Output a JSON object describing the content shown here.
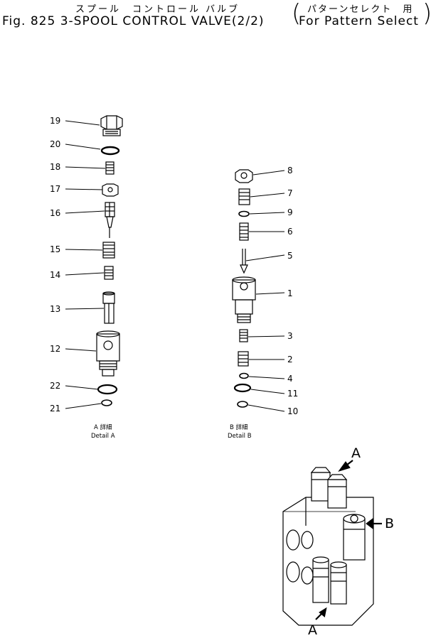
{
  "header": {
    "jp_title": "スプール　コントロール バルブ",
    "jp_subtitle": "パターンセレクト　用",
    "title": "Fig. 825  3-SPOOL  CONTROL  VALVE(2/2)",
    "subtitle": "For  Pattern  Select"
  },
  "detail_a": {
    "caption_jp": "A 詳細",
    "caption_en": "Detail  A",
    "callouts": [
      "19",
      "20",
      "18",
      "17",
      "16",
      "15",
      "14",
      "13",
      "12",
      "22",
      "21"
    ]
  },
  "detail_b": {
    "caption_jp": "B 詳細",
    "caption_en": "Detail  B",
    "callouts": [
      "8",
      "7",
      "9",
      "6",
      "5",
      "1",
      "3",
      "2",
      "4",
      "11",
      "10"
    ]
  },
  "assembly": {
    "label_a_top": "A",
    "label_b": "B",
    "label_a_bottom": "A"
  }
}
